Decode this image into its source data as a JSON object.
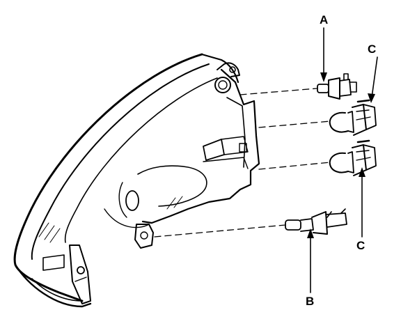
{
  "labels": {
    "a": "A",
    "b": "B",
    "c_top": "C",
    "c_bottom": "C"
  },
  "colors": {
    "line": "#000000",
    "background": "#ffffff"
  }
}
